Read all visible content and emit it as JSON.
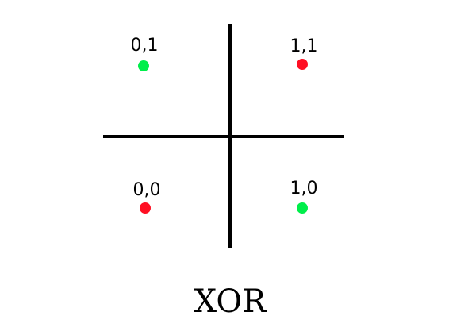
{
  "caption": "XOR",
  "colors": {
    "axis": "#000000",
    "true_class": "#00ee4a",
    "false_class": "#ff0f23"
  },
  "points": [
    {
      "label": "0,1",
      "x": 0,
      "y": 1,
      "class": "true_class"
    },
    {
      "label": "1,1",
      "x": 1,
      "y": 1,
      "class": "false_class"
    },
    {
      "label": "0,0",
      "x": 0,
      "y": 0,
      "class": "false_class"
    },
    {
      "label": "1,0",
      "x": 1,
      "y": 0,
      "class": "true_class"
    }
  ]
}
